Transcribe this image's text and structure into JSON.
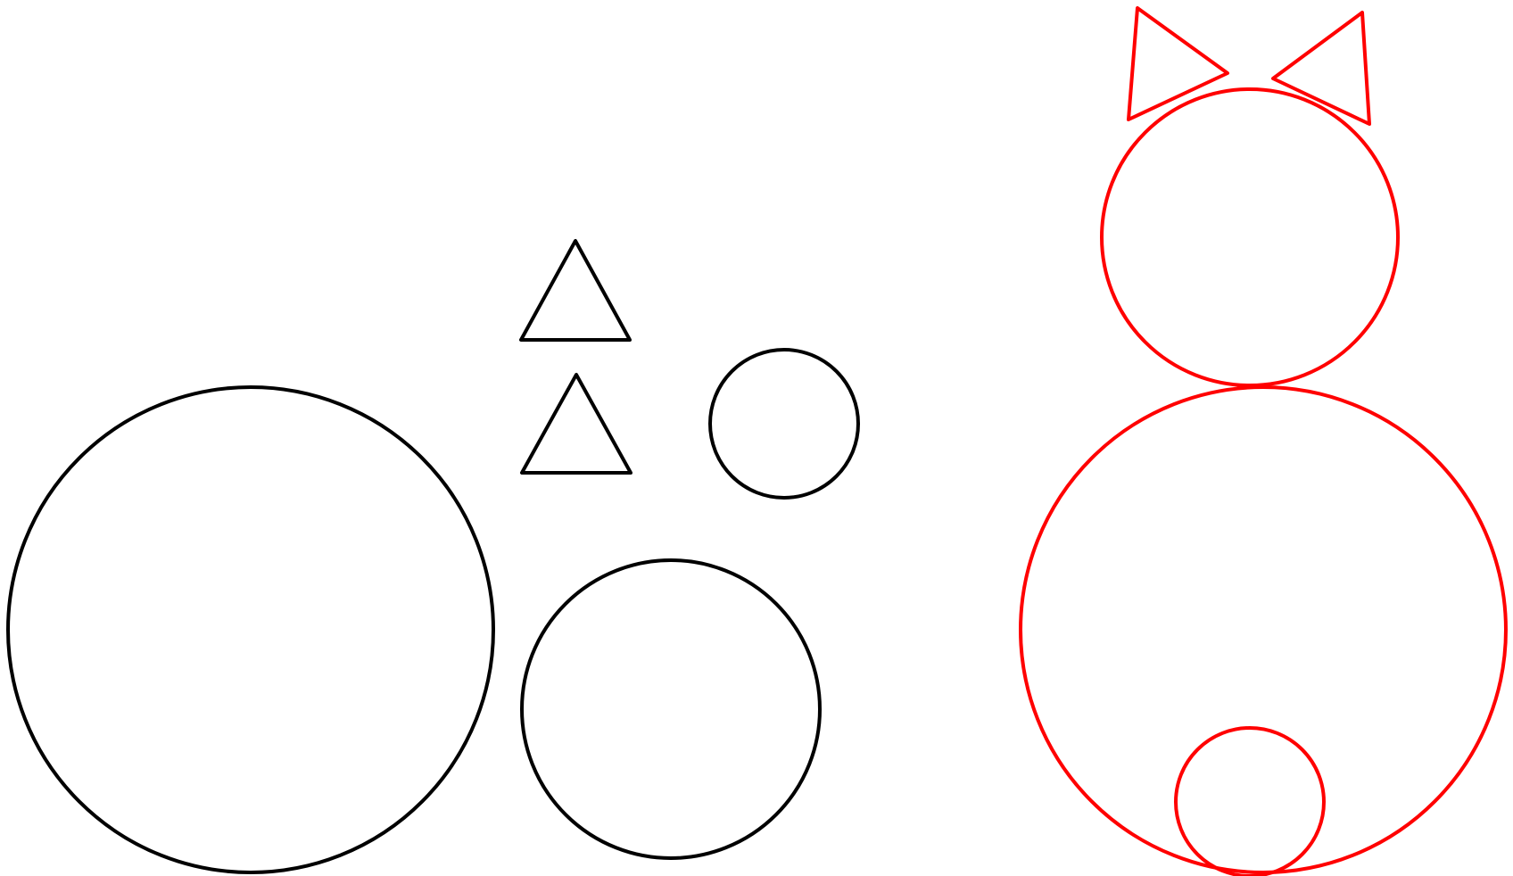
{
  "colors": {
    "background": "#ffffff",
    "parts": "#000000",
    "assembled": "#ff0000"
  },
  "groups": {
    "parts": {
      "shapes": [
        "large-circle",
        "triangle",
        "triangle",
        "small-circle",
        "medium-circle"
      ]
    },
    "assembled": {
      "shapes": [
        "head-circle",
        "ear-triangle",
        "ear-triangle",
        "body-circle",
        "tail-circle"
      ]
    }
  }
}
